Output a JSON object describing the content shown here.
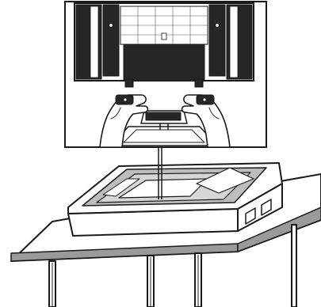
{
  "figure": {
    "kind": "line-art installation illustration",
    "elements": [
      "inset-view-box",
      "tv-back-panel",
      "pedestal-stand",
      "two-hands",
      "leader-line",
      "packing-box",
      "foam-tray",
      "table"
    ]
  },
  "colors": {
    "ink": "#1a1a1a",
    "panel_dark": "#262626",
    "foam_gray": "#bdbdbd",
    "table_edge_gray": "#9a9a9a",
    "paper": "#ffffff"
  }
}
